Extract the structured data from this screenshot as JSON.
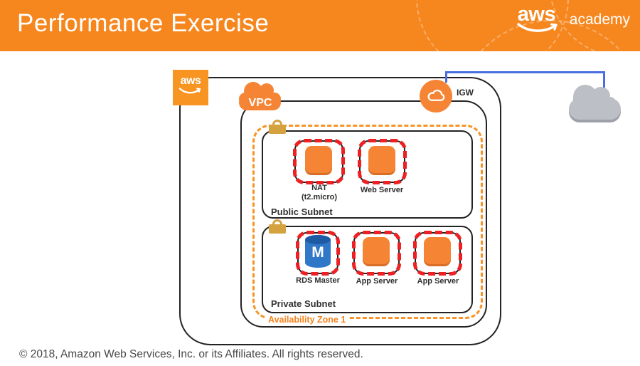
{
  "header": {
    "title": "Performance Exercise",
    "logo_aws": "aws",
    "logo_academy": "academy"
  },
  "diagram": {
    "aws_cloud_label": "aws",
    "vpc_label": "VPC",
    "igw_label": "IGW",
    "availability_zone_label": "Availability Zone 1",
    "public_subnet": {
      "label": "Public Subnet",
      "instances": [
        {
          "type": "ec2-instance",
          "label_line1": "NAT",
          "label_line2": "(t2.micro)"
        },
        {
          "type": "ec2-instance",
          "label_line1": "Web Server"
        }
      ]
    },
    "private_subnet": {
      "label": "Private Subnet",
      "instances": [
        {
          "type": "rds-database",
          "label_line1": "RDS Master",
          "letter": "M"
        },
        {
          "type": "ec2-instance",
          "label_line1": "App Server"
        },
        {
          "type": "ec2-instance",
          "label_line1": "App Server"
        }
      ]
    }
  },
  "footer": {
    "copyright": "© 2018, Amazon Web Services, Inc. or its Affiliates. All rights reserved."
  },
  "colors": {
    "header_orange": "#F6871F",
    "icon_orange": "#F58534",
    "security_group_red": "#EE2024",
    "availability_zone_orange": "#F79425",
    "lock_gold": "#D4A23F",
    "connector_blue": "#4A6EDF",
    "internet_cloud_gray": "#BCC0C6",
    "rds_blue": "#3077C8"
  }
}
